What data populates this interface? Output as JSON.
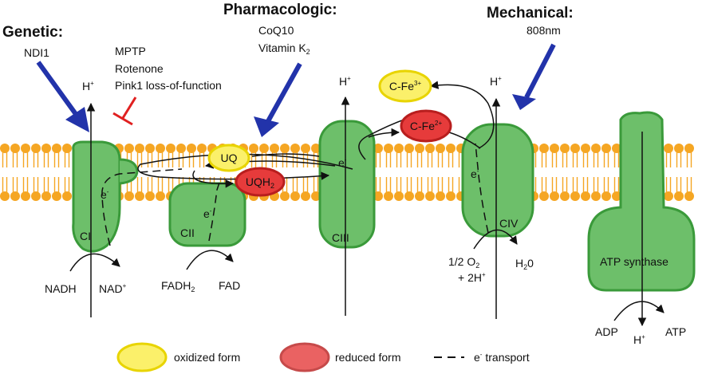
{
  "headers": {
    "genetic": "Genetic:",
    "pharmacologic": "Pharmacologic:",
    "mechanical": "Mechanical:"
  },
  "genetic_item": "NDI1",
  "inhibitors": [
    "MPTP",
    "Rotenone",
    "Pink1 loss-of-function"
  ],
  "pharmacologic_items": {
    "coq10": "CoQ10",
    "vitamin": "Vitamin K",
    "vitamin_sub": "2"
  },
  "mechanical_item": "808nm",
  "protons": {
    "h": "H",
    "charge": "+"
  },
  "electron": {
    "e": "e",
    "charge": "-"
  },
  "complexes": {
    "ci": "CI",
    "cii": "CII",
    "ciii": "CIII",
    "civ": "CIV",
    "atp_synthase": "ATP synthase"
  },
  "carriers": {
    "uq": "UQ",
    "uqh": "UQH",
    "uqh_sub": "2",
    "cfe_ox": "C-Fe",
    "cfe_ox_sup": "3+",
    "cfe_red": "C-Fe",
    "cfe_red_sup": "2+"
  },
  "substrates": {
    "nadh": "NADH",
    "nad": "NAD",
    "nad_sup": "+",
    "fadh": "FADH",
    "fadh_sub": "2",
    "fad": "FAD",
    "o2_prefix": "1/2 O",
    "o2_sub": "2",
    "o2_line2": "+ 2H",
    "o2_line2_sup": "+",
    "h2o_h": "H",
    "h2o_sub": "2",
    "h2o_o": "0",
    "adp": "ADP",
    "atp": "ATP"
  },
  "legend": {
    "oxidized": "oxidized form",
    "reduced": "reduced form",
    "transport": "transport",
    "transport_e": "e",
    "transport_sup": "-"
  },
  "colors": {
    "membrane_head": "#f5a623",
    "membrane_tail": "#f5a623",
    "complex_fill": "#6dbf6a",
    "complex_stroke": "#3a9a3a",
    "oxidized_fill": "#fbf06a",
    "oxidized_stroke": "#e8d400",
    "reduced_fill": "#e63b3b",
    "reduced_stroke": "#b81e1e",
    "arrow_blue": "#2233aa",
    "inhibit_red": "#e02020"
  }
}
